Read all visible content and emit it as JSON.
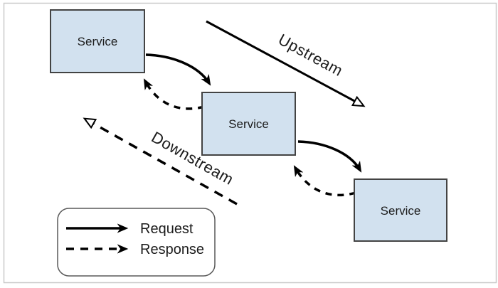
{
  "diagram": {
    "nodes": [
      {
        "label": "Service"
      },
      {
        "label": "Service"
      },
      {
        "label": "Service"
      }
    ],
    "flows": {
      "upstream_label": "Upstream",
      "downstream_label": "Downstream"
    },
    "legend": {
      "items": [
        {
          "label": "Request",
          "line_style": "solid"
        },
        {
          "label": "Response",
          "line_style": "dashed"
        }
      ]
    },
    "colors": {
      "background": "#ffffff",
      "frame_border": "#c9c9c9",
      "node_fill": "#d2e1ef",
      "node_border": "#434343",
      "line": "#000000",
      "legend_border": "#595959",
      "text": "#1c1c1c"
    }
  }
}
